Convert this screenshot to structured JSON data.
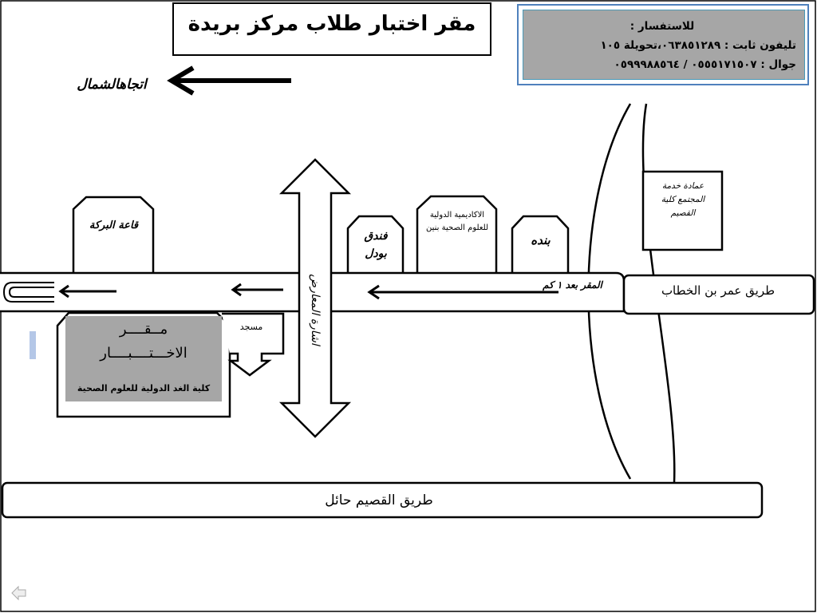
{
  "title": "مقر اختبار طلاب مركز بريدة",
  "contact": {
    "heading": "للاستفسار :",
    "landline": "تليفون ثابت : ٠٦٣٨٥١٢٨٩،تحويلة ١٠٥",
    "mobile": "جوال : ٠٥٥٥١٧١٥٠٧ / ٠٥٩٩٩٨٨٥٦٤"
  },
  "north_label": "اتجاهالشمال",
  "roads": {
    "omar": "طريق عمر بن الخطاب",
    "qassim_hail": "طريق القصيم حائل",
    "distance": "المقر بعد ١ كم",
    "signal": "اشارة المعارض"
  },
  "buildings": {
    "baraka": "قاعة البركة",
    "hotel": "فندق بودل",
    "academy": "الاكاديمية الدولية للعلوم الصحية بنين",
    "panda": "بنده",
    "deanship": "عمادة خدمة المجتمع كلية القصيم",
    "mosque": "مسجد"
  },
  "exam_site": {
    "line1": "مــقــــر",
    "line2": "الاخـــتــــبــــار",
    "line3": "كلية الغد الدولية للعلوم الصحية"
  }
}
